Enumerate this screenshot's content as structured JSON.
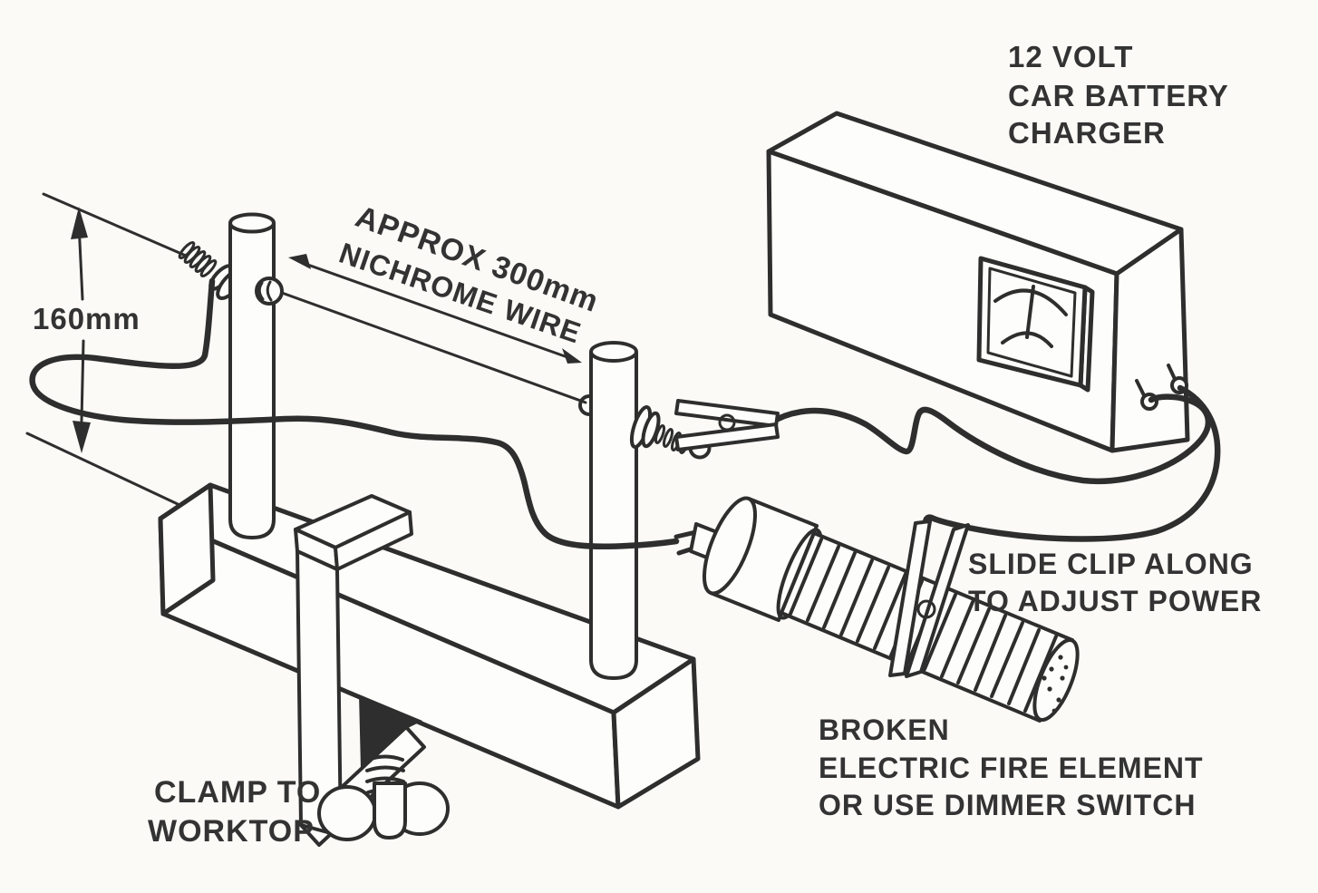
{
  "colors": {
    "ink": "#2e2e2e",
    "paper": "#fbfaf7",
    "text": "#333333"
  },
  "labels": {
    "charger": {
      "line1": "12 VOLT",
      "line2": "CAR BATTERY",
      "line3": "CHARGER"
    },
    "nichrome": {
      "line1": "APPROX 300mm",
      "line2": "NICHROME WIRE"
    },
    "height_dimension": {
      "value": "160mm"
    },
    "clip": {
      "line1": "SLIDE CLIP ALONG",
      "line2": "TO ADJUST POWER"
    },
    "element": {
      "line1": "BROKEN",
      "line2": "ELECTRIC FIRE ELEMENT",
      "line3": "OR USE DIMMER SWITCH"
    },
    "clamp": {
      "line1": "CLAMP TO",
      "line2": "WORKTOP"
    }
  }
}
